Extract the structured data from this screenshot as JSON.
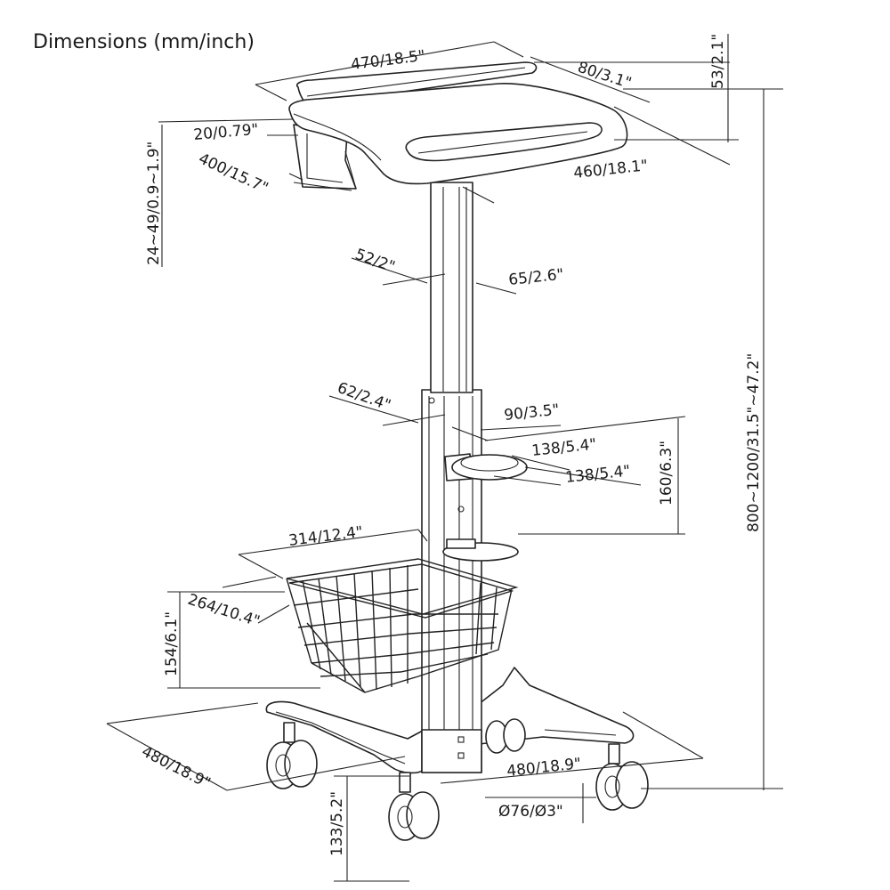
{
  "title": "Dimensions (mm/inch)",
  "labels": {
    "top_width": "470/18.5\"",
    "top_depth_front": "80/3.1\"",
    "top_height": "53/2.1\"",
    "lip": "20/0.79\"",
    "tray_depth": "400/15.7\"",
    "tray_width": "460/18.1\"",
    "tilt": "24~49/0.9~1.9\"",
    "upper_column_a": "52/2\"",
    "upper_column_b": "65/2.6\"",
    "lower_column_a": "62/2.4\"",
    "lower_column_b": "90/3.5\"",
    "cup_outer": "138/5.4\"",
    "cup_inner": "138/5.4\"",
    "holder_height": "160/6.3\"",
    "total_height": "800~1200/31.5\"~47.2\"",
    "basket_width": "314/12.4\"",
    "basket_depth": "264/10.4\"",
    "basket_height": "154/6.1\"",
    "base_left": "480/18.9\"",
    "base_right": "480/18.9\"",
    "caster_dia": "Ø76/Ø3\"",
    "caster_height": "133/5.2\""
  }
}
